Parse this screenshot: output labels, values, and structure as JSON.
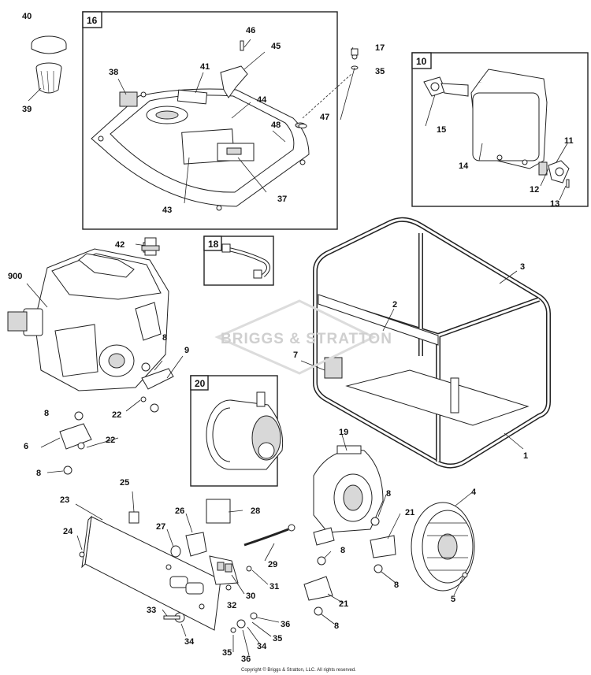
{
  "watermark": "BRIGGS & STRATTON",
  "copyright": "Copyright © Briggs & Stratton, LLC. All rights reserved.",
  "callout_boxes": [
    "16",
    "10",
    "18",
    "20"
  ],
  "part_labels": [
    "40",
    "39",
    "46",
    "45",
    "41",
    "38",
    "44",
    "48",
    "47",
    "17",
    "35",
    "43",
    "37",
    "15",
    "14",
    "11",
    "12",
    "13",
    "42",
    "900",
    "3",
    "2",
    "7",
    "8",
    "9",
    "22",
    "8",
    "6",
    "22",
    "8",
    "1",
    "19",
    "4",
    "25",
    "23",
    "26",
    "28",
    "27",
    "24",
    "21",
    "29",
    "8",
    "31",
    "30",
    "32",
    "21",
    "8",
    "5",
    "33",
    "34",
    "36",
    "35",
    "35",
    "36",
    "34",
    "8",
    "8"
  ],
  "colors": {
    "line": "#222222",
    "shade": "#d8d8d8",
    "watermark": "#cfcfcf"
  }
}
